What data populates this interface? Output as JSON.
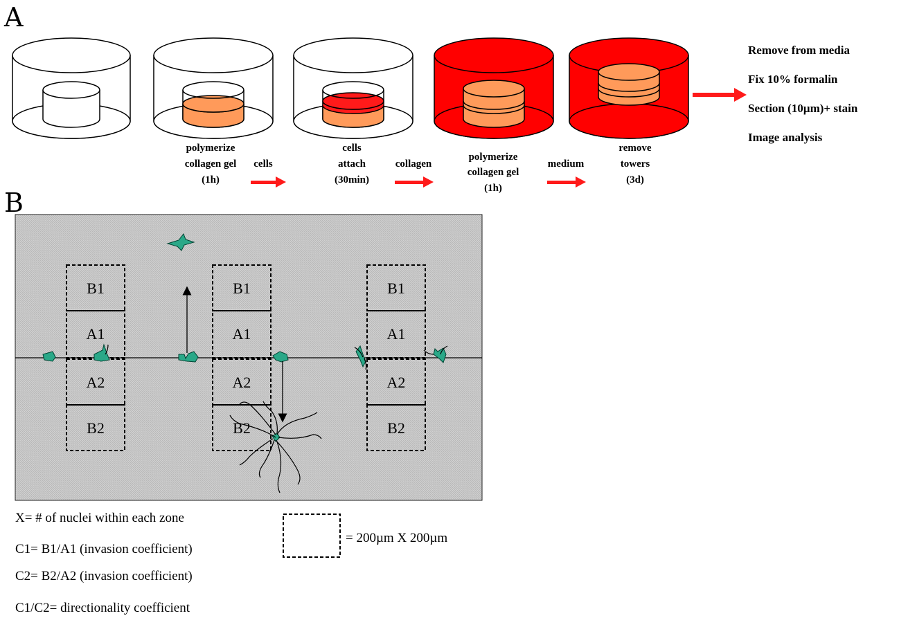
{
  "panel_a": {
    "label": "A",
    "dishes": [
      {
        "caption": []
      },
      {
        "caption": [
          "polymerize",
          "collagen gel",
          "(1h)"
        ]
      },
      {
        "caption": [
          "cells",
          "attach",
          "(30min)"
        ]
      },
      {
        "caption": [
          "polymerize",
          "collagen gel",
          "(1h)"
        ]
      },
      {
        "caption": [
          "remove",
          "towers",
          "(3d)"
        ]
      }
    ],
    "arrows": [
      "cells",
      "collagen",
      "medium"
    ],
    "steps": [
      "Remove from media",
      "Fix 10% formalin",
      "Section (10µm)+ stain",
      "Image analysis"
    ],
    "colors": {
      "media": "#ff0000",
      "gel": "#ff9a5a",
      "cells_layer": "#ff1a1a",
      "arrow": "#ff1a1a"
    }
  },
  "panel_b": {
    "label": "B",
    "columns": [
      {
        "zones": [
          "B1",
          "A1",
          "A2",
          "B2"
        ]
      },
      {
        "zones": [
          "B1",
          "A1",
          "A2",
          "B2"
        ]
      },
      {
        "zones": [
          "B1",
          "A1",
          "A2",
          "B2"
        ]
      }
    ],
    "colors": {
      "cell": "#2aa888",
      "background": "#cfcfcf"
    }
  },
  "legend": {
    "definitions": [
      "X= # of nuclei within each zone",
      "C1= B1/A1 (invasion coefficient)",
      "C2= B2/A2 (invasion coefficient)",
      "C1/C2= directionality coefficient"
    ],
    "scale_text": "= 200µm X 200µm"
  }
}
